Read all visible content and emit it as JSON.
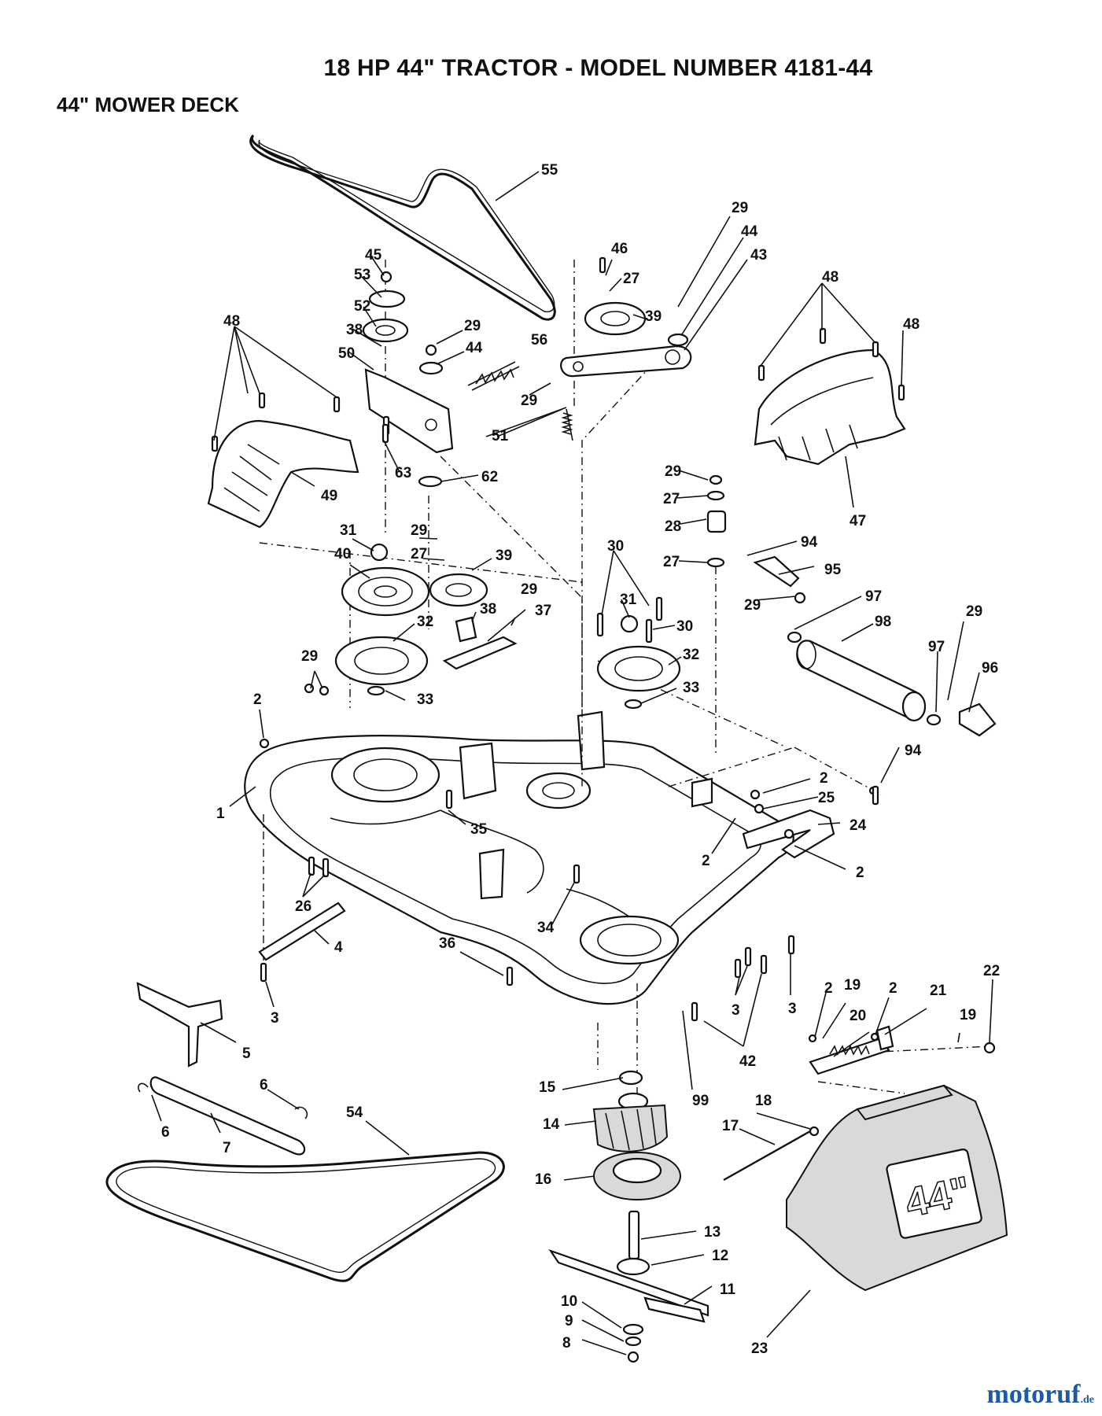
{
  "title": "18 HP 44\" TRACTOR - MODEL NUMBER 4181-44",
  "subtitle": "44\" MOWER DECK",
  "watermark": {
    "brand": "motoruf",
    "suffix": ".de"
  },
  "deck_emblem": "44\"",
  "callouts": [
    {
      "id": "c55",
      "label": "55"
    },
    {
      "id": "c29a",
      "label": "29"
    },
    {
      "id": "c44a",
      "label": "44"
    },
    {
      "id": "c43",
      "label": "43"
    },
    {
      "id": "c46",
      "label": "46"
    },
    {
      "id": "c27a",
      "label": "27"
    },
    {
      "id": "c39a",
      "label": "39"
    },
    {
      "id": "c45",
      "label": "45"
    },
    {
      "id": "c53",
      "label": "53"
    },
    {
      "id": "c52",
      "label": "52"
    },
    {
      "id": "c38a",
      "label": "38"
    },
    {
      "id": "c50",
      "label": "50"
    },
    {
      "id": "c29b",
      "label": "29"
    },
    {
      "id": "c44b",
      "label": "44"
    },
    {
      "id": "c56",
      "label": "56"
    },
    {
      "id": "c29c",
      "label": "29"
    },
    {
      "id": "c51",
      "label": "51"
    },
    {
      "id": "c48a",
      "label": "48"
    },
    {
      "id": "c48b",
      "label": "48"
    },
    {
      "id": "c48c",
      "label": "48"
    },
    {
      "id": "c49",
      "label": "49"
    },
    {
      "id": "c63",
      "label": "63"
    },
    {
      "id": "c62",
      "label": "62"
    },
    {
      "id": "c47",
      "label": "47"
    },
    {
      "id": "c29d",
      "label": "29"
    },
    {
      "id": "c27b",
      "label": "27"
    },
    {
      "id": "c28",
      "label": "28"
    },
    {
      "id": "c27c",
      "label": "27"
    },
    {
      "id": "c94a",
      "label": "94"
    },
    {
      "id": "c95",
      "label": "95"
    },
    {
      "id": "c97a",
      "label": "97"
    },
    {
      "id": "c98",
      "label": "98"
    },
    {
      "id": "c29e",
      "label": "29"
    },
    {
      "id": "c29f",
      "label": "29"
    },
    {
      "id": "c97b",
      "label": "97"
    },
    {
      "id": "c96",
      "label": "96"
    },
    {
      "id": "c31a",
      "label": "31"
    },
    {
      "id": "c40",
      "label": "40"
    },
    {
      "id": "c29g",
      "label": "29"
    },
    {
      "id": "c27d",
      "label": "27"
    },
    {
      "id": "c39b",
      "label": "39"
    },
    {
      "id": "c30a",
      "label": "30"
    },
    {
      "id": "c31b",
      "label": "31"
    },
    {
      "id": "c30b",
      "label": "30"
    },
    {
      "id": "c32a",
      "label": "32"
    },
    {
      "id": "c38b",
      "label": "38"
    },
    {
      "id": "c29h",
      "label": "29"
    },
    {
      "id": "c37",
      "label": "37"
    },
    {
      "id": "c32b",
      "label": "32"
    },
    {
      "id": "c29i",
      "label": "29"
    },
    {
      "id": "c33a",
      "label": "33"
    },
    {
      "id": "c33b",
      "label": "33"
    },
    {
      "id": "c2a",
      "label": "2"
    },
    {
      "id": "c1",
      "label": "1"
    },
    {
      "id": "c35",
      "label": "35"
    },
    {
      "id": "c94b",
      "label": "94"
    },
    {
      "id": "c2b",
      "label": "2"
    },
    {
      "id": "c25",
      "label": "25"
    },
    {
      "id": "c24",
      "label": "24"
    },
    {
      "id": "c2c",
      "label": "2"
    },
    {
      "id": "c2d",
      "label": "2"
    },
    {
      "id": "c26",
      "label": "26"
    },
    {
      "id": "c34",
      "label": "34"
    },
    {
      "id": "c4",
      "label": "4"
    },
    {
      "id": "c36",
      "label": "36"
    },
    {
      "id": "c3a",
      "label": "3"
    },
    {
      "id": "c3b",
      "label": "3"
    },
    {
      "id": "c3c",
      "label": "3"
    },
    {
      "id": "c42",
      "label": "42"
    },
    {
      "id": "c99",
      "label": "99"
    },
    {
      "id": "c2e",
      "label": "2"
    },
    {
      "id": "c19a",
      "label": "19"
    },
    {
      "id": "c2f",
      "label": "2"
    },
    {
      "id": "c22",
      "label": "22"
    },
    {
      "id": "c21",
      "label": "21"
    },
    {
      "id": "c20",
      "label": "20"
    },
    {
      "id": "c19b",
      "label": "19"
    },
    {
      "id": "c5",
      "label": "5"
    },
    {
      "id": "c6a",
      "label": "6"
    },
    {
      "id": "c6b",
      "label": "6"
    },
    {
      "id": "c7",
      "label": "7"
    },
    {
      "id": "c54",
      "label": "54"
    },
    {
      "id": "c15",
      "label": "15"
    },
    {
      "id": "c14",
      "label": "14"
    },
    {
      "id": "c16",
      "label": "16"
    },
    {
      "id": "c18",
      "label": "18"
    },
    {
      "id": "c17",
      "label": "17"
    },
    {
      "id": "c13",
      "label": "13"
    },
    {
      "id": "c12",
      "label": "12"
    },
    {
      "id": "c11",
      "label": "11"
    },
    {
      "id": "c10",
      "label": "10"
    },
    {
      "id": "c9",
      "label": "9"
    },
    {
      "id": "c8",
      "label": "8"
    },
    {
      "id": "c23",
      "label": "23"
    }
  ]
}
